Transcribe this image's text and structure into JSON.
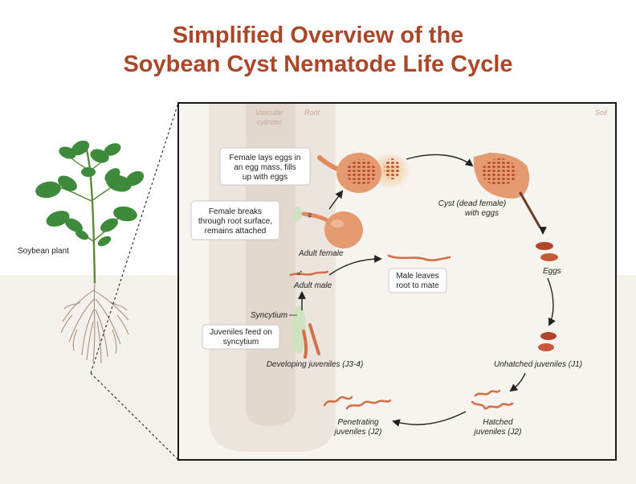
{
  "title": {
    "line1": "Simplified Overview of the",
    "line2": "Soybean Cyst Nematode Life Cycle"
  },
  "plant": {
    "label": "Soybean plant"
  },
  "zones": {
    "vascular_line1": "Vascular",
    "vascular_line2": "cylinder",
    "root": "Root",
    "soil": "Soil"
  },
  "callouts": {
    "lays_eggs": [
      "Female lays eggs in",
      "an egg mass, fills",
      "up with eggs"
    ],
    "breaks_through": [
      "Female breaks",
      "through root surface,",
      "remains attached"
    ],
    "male_leaves": [
      "Male leaves",
      "root to mate"
    ],
    "juveniles_feed": [
      "Juveniles feed on",
      "syncytium"
    ]
  },
  "stages": {
    "cyst": [
      "Cyst (dead female)",
      "with eggs"
    ],
    "eggs": "Eggs",
    "unhatched": "Unhatched juveniles (J1)",
    "hatched": [
      "Hatched",
      "juveniles (J2)"
    ],
    "penetrating": [
      "Penetrating",
      "juveniles (J2)"
    ],
    "developing": "Developing juveniles (J3-4)",
    "syncytium": "Syncytium",
    "adult_male": "Adult male",
    "adult_female": "Adult female"
  },
  "symbols": {
    "female": "♀",
    "male": "♂"
  },
  "colors": {
    "title": "#a8472a",
    "nematode": "#e08a5e",
    "egg": "#b4442c",
    "root": "#ece5de",
    "vascular": "#e2d8ce",
    "soil": "#f4f0eb",
    "leaf": "#3e8a3b"
  }
}
